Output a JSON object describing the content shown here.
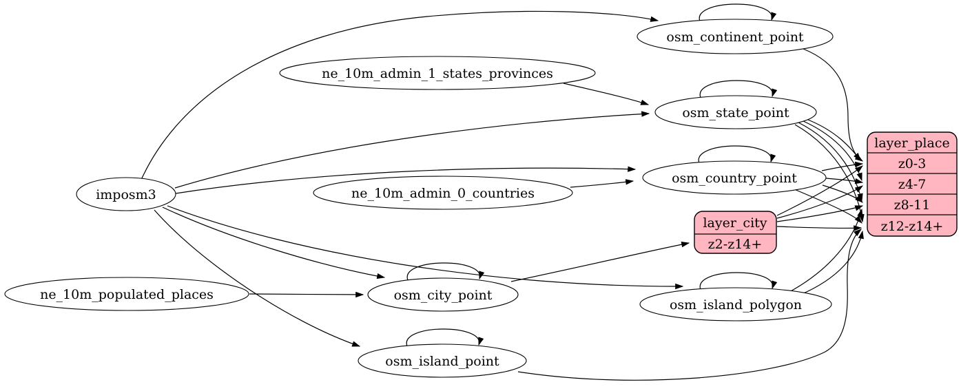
{
  "diagram": {
    "kind": "etl-mapping-graph",
    "colors": {
      "background": "#ffffff",
      "node_fill": "#ffffff",
      "record_fill": "#ffb6c1",
      "edge_stroke": "#000000",
      "text": "#000000"
    },
    "nodes": {
      "imposm3": "imposm3",
      "ne_10m_admin_1_states_provinces": "ne_10m_admin_1_states_provinces",
      "ne_10m_admin_0_countries": "ne_10m_admin_0_countries",
      "ne_10m_populated_places": "ne_10m_populated_places",
      "osm_continent_point": "osm_continent_point",
      "osm_state_point": "osm_state_point",
      "osm_country_point": "osm_country_point",
      "osm_city_point": "osm_city_point",
      "osm_island_polygon": "osm_island_polygon",
      "osm_island_point": "osm_island_point"
    },
    "records": {
      "layer_place": {
        "title": "layer_place",
        "rows": [
          "z0-3",
          "z4-7",
          "z8-11",
          "z12-z14+"
        ]
      },
      "layer_city": {
        "title": "layer_city",
        "rows": [
          "z2-z14+"
        ]
      }
    },
    "edges": [
      {
        "from": "imposm3",
        "to": "osm_continent_point"
      },
      {
        "from": "imposm3",
        "to": "osm_state_point"
      },
      {
        "from": "imposm3",
        "to": "osm_country_point"
      },
      {
        "from": "imposm3",
        "to": "osm_city_point"
      },
      {
        "from": "imposm3",
        "to": "osm_island_polygon"
      },
      {
        "from": "imposm3",
        "to": "osm_island_point"
      },
      {
        "from": "ne_10m_admin_1_states_provinces",
        "to": "osm_state_point"
      },
      {
        "from": "ne_10m_admin_0_countries",
        "to": "osm_country_point"
      },
      {
        "from": "ne_10m_populated_places",
        "to": "osm_city_point"
      },
      {
        "from": "osm_continent_point",
        "to": "osm_continent_point"
      },
      {
        "from": "osm_state_point",
        "to": "osm_state_point"
      },
      {
        "from": "osm_country_point",
        "to": "osm_country_point"
      },
      {
        "from": "osm_city_point",
        "to": "osm_city_point"
      },
      {
        "from": "osm_island_polygon",
        "to": "osm_island_polygon"
      },
      {
        "from": "osm_island_point",
        "to": "osm_island_point"
      },
      {
        "from": "osm_continent_point",
        "to": "layer_place:z0-3"
      },
      {
        "from": "osm_state_point",
        "to": "layer_place:z0-3"
      },
      {
        "from": "osm_state_point",
        "to": "layer_place:z4-7"
      },
      {
        "from": "osm_state_point",
        "to": "layer_place:z8-11"
      },
      {
        "from": "osm_state_point",
        "to": "layer_place:z12-z14+"
      },
      {
        "from": "osm_country_point",
        "to": "layer_place:z0-3"
      },
      {
        "from": "osm_country_point",
        "to": "layer_place:z4-7"
      },
      {
        "from": "osm_country_point",
        "to": "layer_place:z8-11"
      },
      {
        "from": "osm_country_point",
        "to": "layer_place:z12-z14+"
      },
      {
        "from": "osm_city_point",
        "to": "layer_city:z2-z14+"
      },
      {
        "from": "layer_city",
        "to": "layer_place:z0-3"
      },
      {
        "from": "layer_city",
        "to": "layer_place:z4-7"
      },
      {
        "from": "layer_city",
        "to": "layer_place:z8-11"
      },
      {
        "from": "layer_city",
        "to": "layer_place:z12-z14+"
      },
      {
        "from": "osm_island_polygon",
        "to": "layer_place:z8-11"
      },
      {
        "from": "osm_island_polygon",
        "to": "layer_place:z12-z14+"
      },
      {
        "from": "osm_island_point",
        "to": "layer_place:z12-z14+"
      }
    ]
  }
}
